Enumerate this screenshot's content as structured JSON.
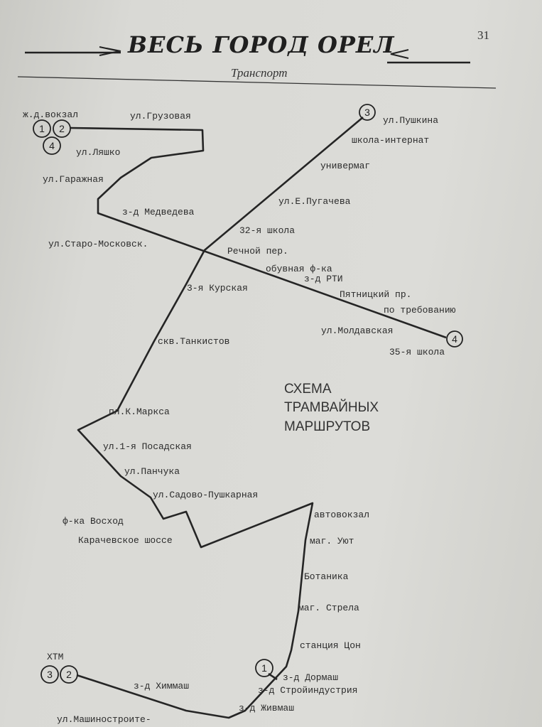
{
  "header": {
    "title": "ВЕСЬ ГОРОД ОРЕЛ",
    "section": "Транспорт",
    "page_number": "31"
  },
  "scheme_title": [
    "СХЕМА",
    "ТРАМВАЙНЫХ",
    "МАРШРУТОВ"
  ],
  "route_numbers": [
    "1",
    "2",
    "3",
    "4"
  ],
  "stations": {
    "vokzal": "ж.д.вокзал",
    "gruzovaya": "ул.Грузовая",
    "lyashko": "ул.Ляшко",
    "garazhnaya": "ул.Гаражная",
    "medvedeva": "з-д Медведева",
    "staro_moskovsk": "ул.Старо-Московск.",
    "pushkina": "ул.Пушкина",
    "internat": "школа-интернат",
    "univermag": "универмаг",
    "pugacheva": "ул.Е.Пугачева",
    "school32": "32-я школа",
    "rechnoy": "Речной пер.",
    "obuvnaya": "обувная ф-ка",
    "rti": "з-д РТИ",
    "kurskaya": "3-я Курская",
    "pyatnitsky": "Пятницкий пр.",
    "po_trebovaniyu": "по требованию",
    "moldavskaya": "ул.Молдавская",
    "school35": "35-я школа",
    "tankistov": "скв.Танкистов",
    "marksa": "пл.К.Маркса",
    "posadskaya": "ул.1-я Посадская",
    "panchuka": "ул.Панчука",
    "sadovo": "ул.Садово-Пушкарная",
    "voskhod": "ф-ка Восход",
    "karachevskoe": "Карачевское шоссе",
    "avtovokzal": "автовокзал",
    "uyut": "маг. Уют",
    "botanika": "Ботаника",
    "strela": "маг. Стрела",
    "tson": "станция Цон",
    "htm": "ХТМ",
    "himmash": "з-д Химмаш",
    "dormash": "з-д Дормаш",
    "stroyindustriya": "з-д Стройиндустрия",
    "zhivmash": "з-д Живмаш",
    "mashinostroit": "ул.Машиностроите-"
  }
}
